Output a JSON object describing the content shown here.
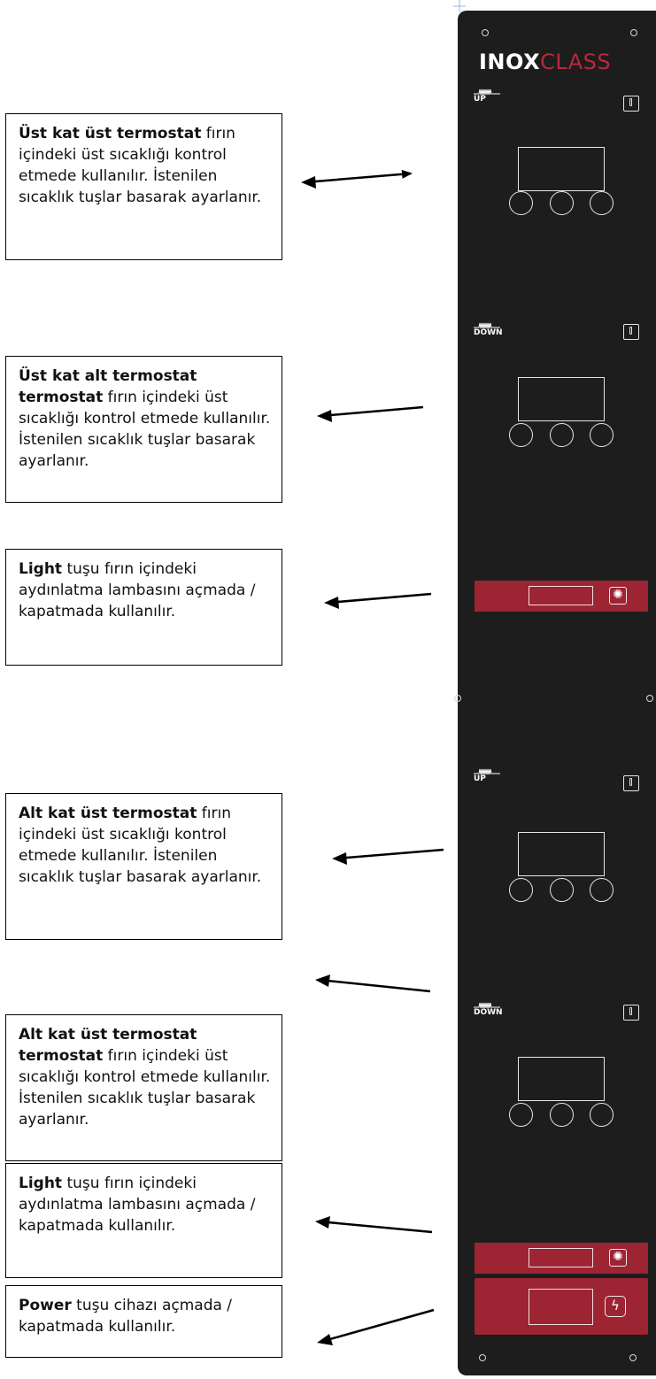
{
  "notes": [
    {
      "bold": "Üst kat üst termostat",
      "text": " fırın içindeki üst sıcaklığı kontrol etmede kullanılır. İstenilen sıcaklık tuşlar basarak ayarlanır."
    },
    {
      "bold": "Üst kat alt termostat termostat",
      "text": " fırın içindeki üst sıcaklığı kontrol etmede kullanılır. İstenilen sıcaklık tuşlar basarak ayarlanır."
    },
    {
      "bold": "Light",
      "text": " tuşu fırın içindeki aydınlatma lambasını açmada / kapatmada kullanılır."
    },
    {
      "bold": "Alt kat üst termostat",
      "text": " fırın içindeki üst sıcaklığı kontrol etmede kullanılır. İstenilen sıcaklık tuşlar basarak ayarlanır."
    },
    {
      "bold": "Alt kat üst termostat termostat",
      "text": " fırın içindeki üst sıcaklığı kontrol etmede kullanılır. İstenilen sıcaklık tuşlar basarak ayarlanır."
    },
    {
      "bold": "Light",
      "text": " tuşu fırın içindeki aydınlatma lambasını açmada / kapatmada kullanılır."
    },
    {
      "bold": "Power",
      "text": " tuşu cihazı açmada / kapatmada kullanılır."
    }
  ],
  "panel": {
    "brand_part1": "INOX",
    "brand_part2": "CLASS",
    "heaters": [
      {
        "label": "UP"
      },
      {
        "label": "DOWN"
      },
      {
        "label": "UP"
      },
      {
        "label": "DOWN"
      }
    ],
    "icons": {
      "thermostat": "thermometer-icon",
      "light": "light-sun-icon",
      "power": "power-bolt-icon"
    }
  },
  "colors": {
    "panel": "#1d1d1d",
    "accent_red": "#9c2433",
    "brand_red": "#b8293a"
  }
}
